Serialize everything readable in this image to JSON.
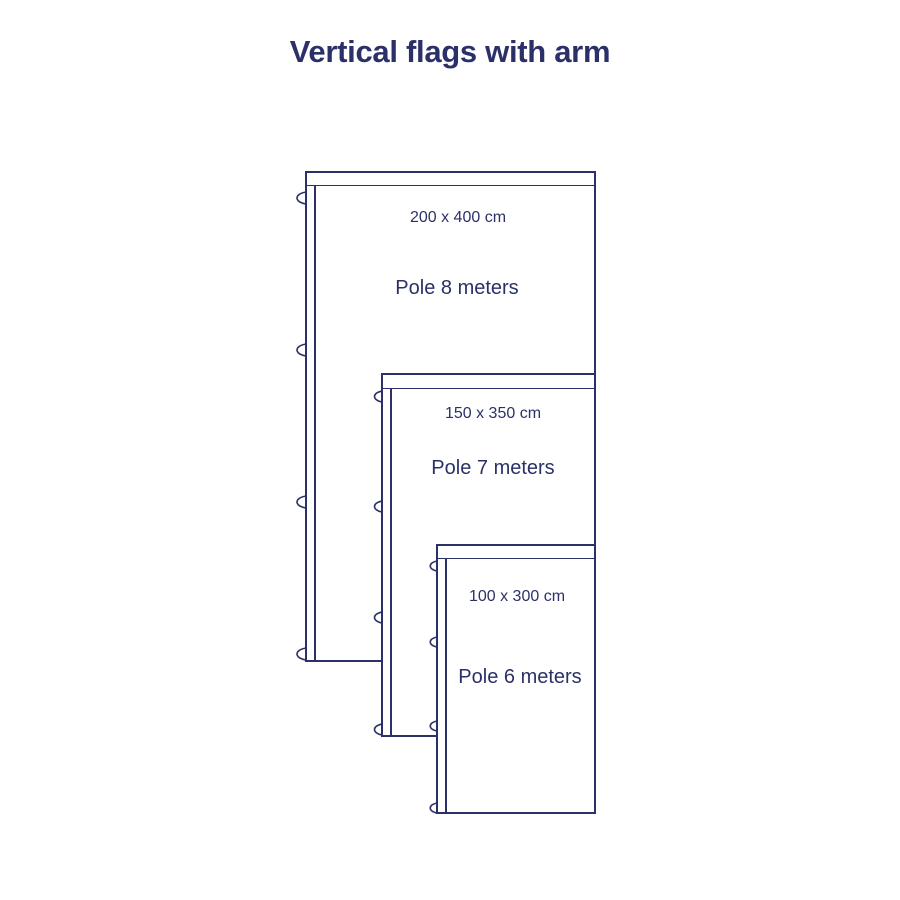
{
  "title": "Vertical flags with arm",
  "colors": {
    "stroke": "#2b3168",
    "text": "#2b3168",
    "background": "#ffffff"
  },
  "flags": [
    {
      "size": "200 x 400 cm",
      "pole": "Pole 8 meters"
    },
    {
      "size": "150 x 350 cm",
      "pole": "Pole 7 meters"
    },
    {
      "size": "100 x 300 cm",
      "pole": "Pole 6 meters"
    }
  ]
}
